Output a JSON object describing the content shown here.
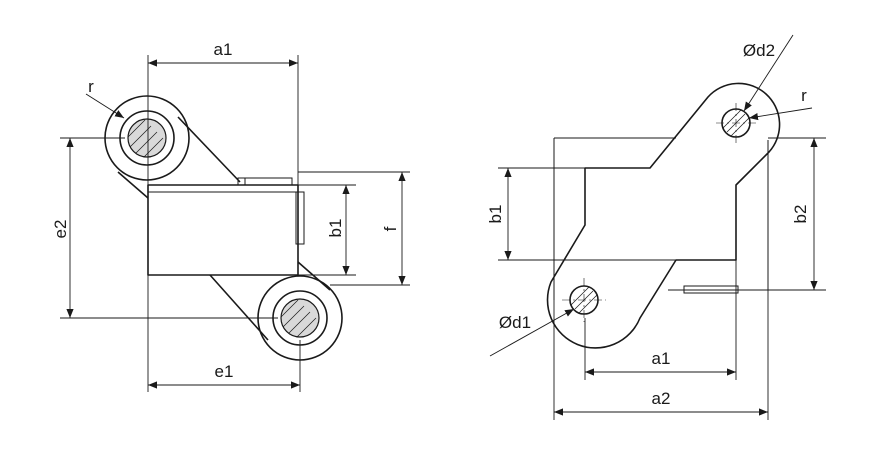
{
  "diagram": {
    "left_view": {
      "labels": {
        "a1": "a1",
        "r": "r",
        "e2": "e2",
        "b1": "b1",
        "f": "f",
        "e1": "e1"
      }
    },
    "right_view": {
      "labels": {
        "d2": "Ød2",
        "r": "r",
        "b1": "b1",
        "b2": "b2",
        "d1": "Ød1",
        "a1": "a1",
        "a2": "a2"
      }
    }
  }
}
